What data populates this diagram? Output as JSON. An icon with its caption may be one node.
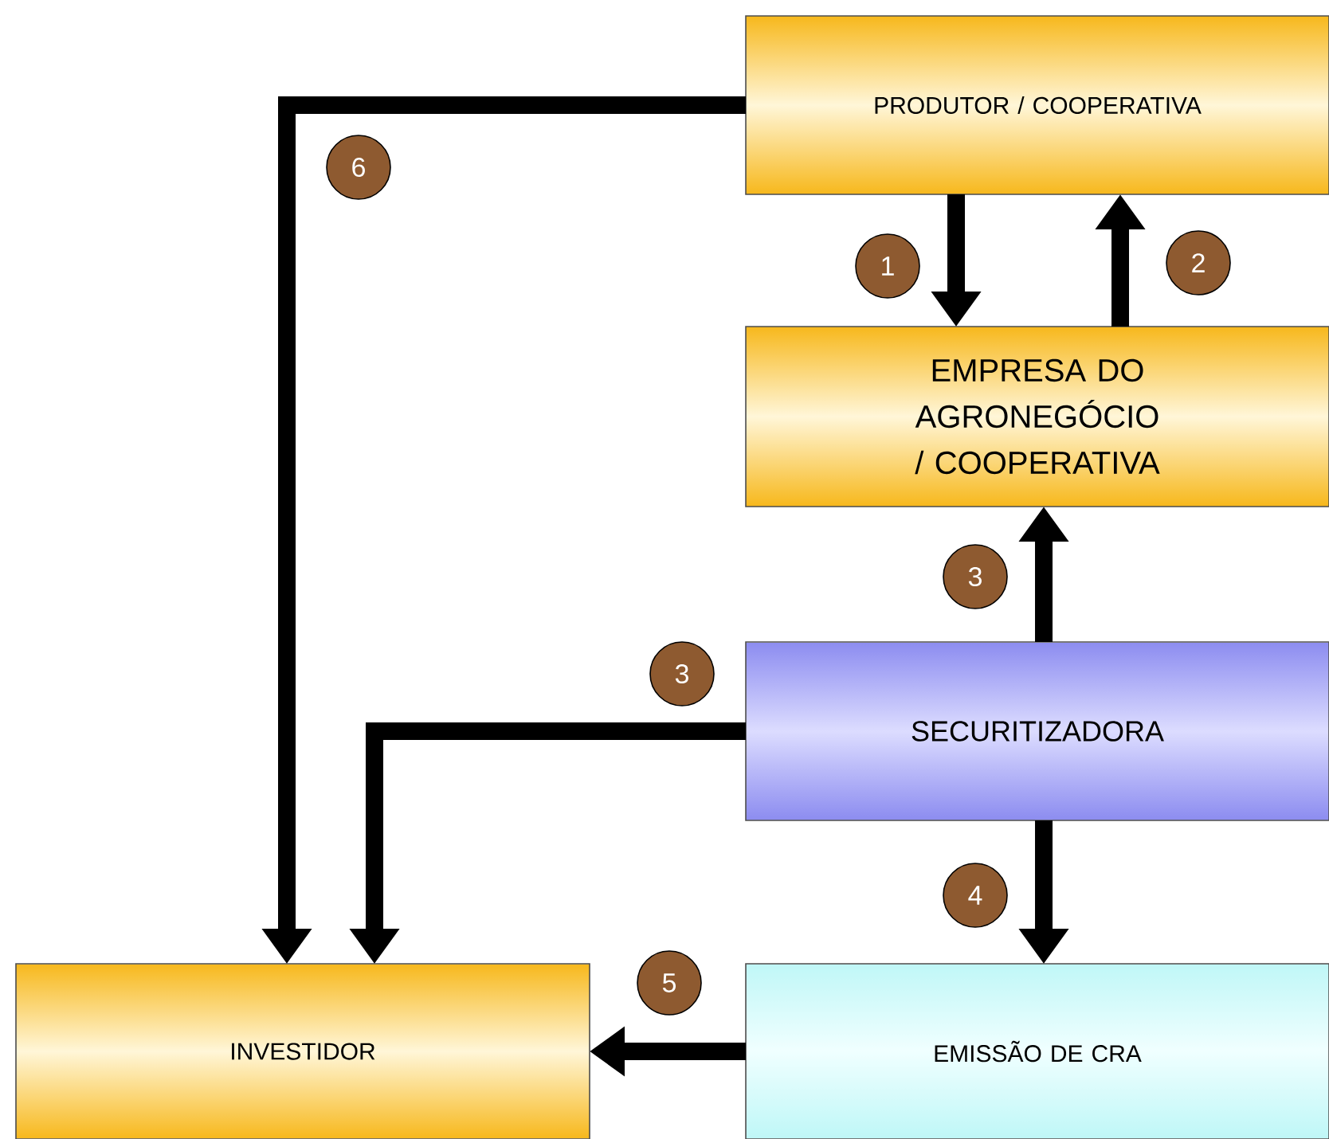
{
  "diagram": {
    "nodes": [
      {
        "text": [
          "PRODUTOR / COOPERATIVA"
        ]
      },
      {
        "text": [
          "EMPRESA DO AGRONEGÓCIO / COOPERATIVA"
        ]
      },
      {
        "text": [
          "SECURITIZADORA"
        ]
      },
      {
        "text": [
          "INVESTIDOR"
        ]
      },
      {
        "text": [
          "EMISSÃO DE CRA"
        ]
      }
    ],
    "edges": [
      {
        "from": 0,
        "to": 3,
        "arrow": "to"
      },
      {
        "from": 0,
        "to": 1,
        "arrow": "to"
      },
      {
        "from": 1,
        "to": 0,
        "arrow": "to"
      },
      {
        "from": 2,
        "to": 1,
        "arrow": "to"
      },
      {
        "from": 2,
        "to": 3,
        "arrow": "to"
      },
      {
        "from": 2,
        "to": 4,
        "arrow": "to"
      },
      {
        "from": 4,
        "to": 3,
        "arrow": "to"
      }
    ],
    "labels": [
      "6",
      "1",
      "2",
      "3",
      "3",
      "4",
      "5"
    ]
  }
}
